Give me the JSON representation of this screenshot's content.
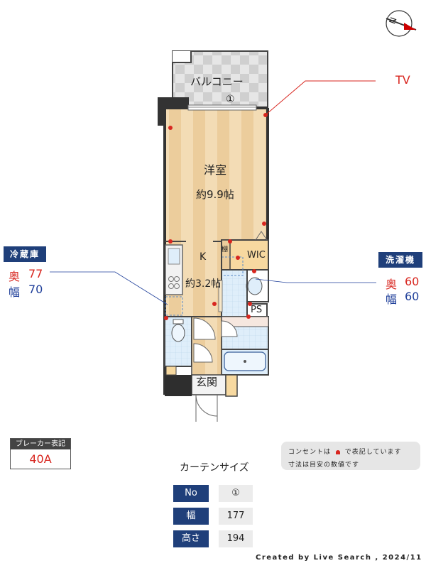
{
  "compass": {
    "label": "N"
  },
  "rooms": {
    "balcony": "バルコニー",
    "western_room": "洋室",
    "western_room_size": "約9.9帖",
    "kitchen": "K",
    "kitchen_size": "約3.2帖",
    "wic": "WIC",
    "ps": "PS",
    "entrance": "玄関",
    "shelf": "棚",
    "window_no": "①"
  },
  "callouts": {
    "tv": "TV",
    "fridge": {
      "title": "冷蔵庫",
      "depth_label": "奥",
      "depth": "77",
      "width_label": "幅",
      "width": "70"
    },
    "washer": {
      "title": "洗濯機",
      "depth_label": "奥",
      "depth": "60",
      "width_label": "幅",
      "width": "60"
    }
  },
  "breaker": {
    "title": "ブレーカー表記",
    "value": "40A"
  },
  "notes": {
    "line1a": "コンセントは",
    "line1b": "で表記しています",
    "line2": "寸法は目安の数値です"
  },
  "curtain": {
    "title": "カーテンサイズ",
    "rows": [
      {
        "label": "No",
        "value": "①"
      },
      {
        "label": "幅",
        "value": "177"
      },
      {
        "label": "高さ",
        "value": "194"
      }
    ]
  },
  "footer": {
    "credit": "Created by Live Search , 2024/11"
  },
  "colors": {
    "navy": "#1f3f7a",
    "outlet": "#d8261f",
    "floor": "#efd4a9"
  }
}
